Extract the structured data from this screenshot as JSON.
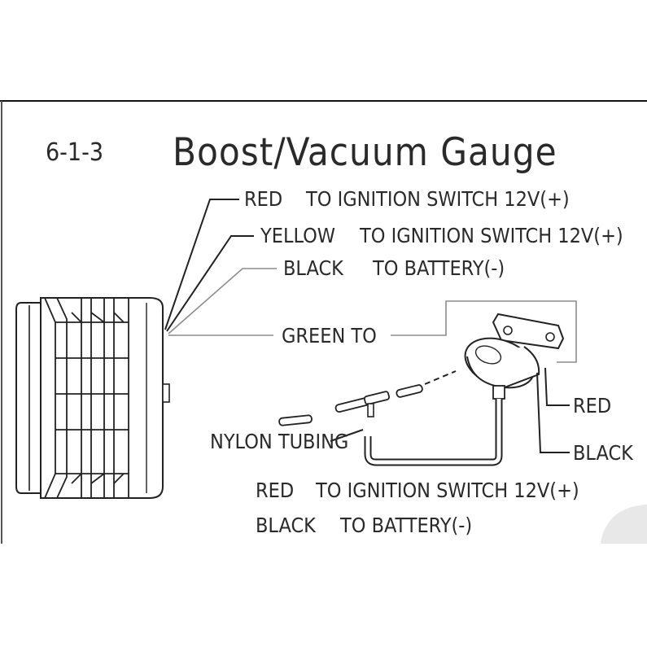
{
  "diagram": {
    "code": "6-1-3",
    "title": "Boost/Vacuum Gauge",
    "gauge_wires": {
      "red": {
        "color": "RED",
        "text": "TO IGNITION SWITCH 12V(+)"
      },
      "yellow": {
        "color": "YELLOW",
        "text": "TO IGNITION SWITCH 12V(+)"
      },
      "black": {
        "color": "BLACK",
        "text": "TO BATTERY(-)"
      },
      "green": {
        "label": "GREEN TO"
      }
    },
    "sensor_labels": {
      "red": "RED",
      "black": "BLACK",
      "tubing": "NYLON TUBING"
    },
    "sensor_wires": {
      "red": {
        "color": "RED",
        "text": "TO IGNITION SWITCH 12V(+)"
      },
      "black": {
        "color": "BLACK",
        "text": "TO BATTERY(-)"
      }
    }
  }
}
